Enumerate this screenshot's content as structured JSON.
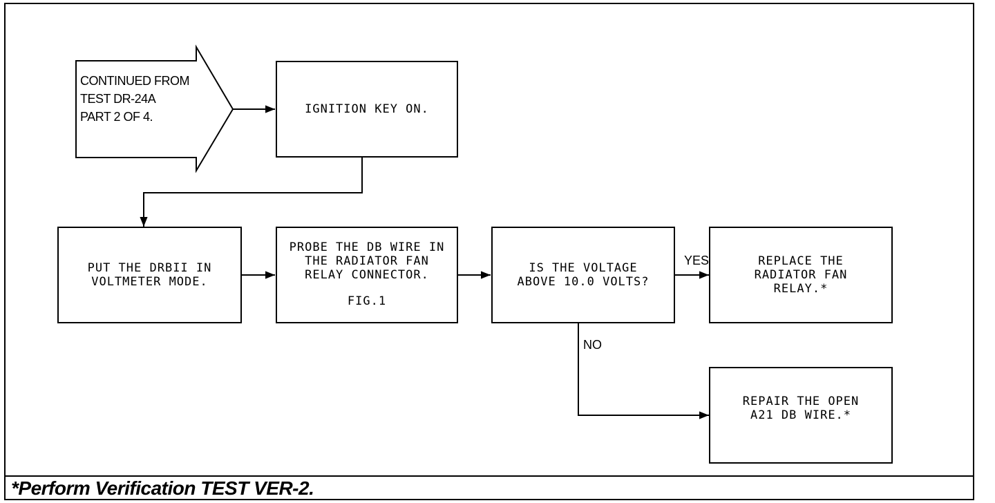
{
  "start": {
    "text": "CONTINUED FROM\nTEST DR-24A\nPART 2 OF 4."
  },
  "boxes": {
    "ignition": "IGNITION KEY ON.",
    "drbii": "PUT THE DRBII IN\nVOLTMETER MODE.",
    "probe": "PROBE THE DB WIRE IN\nTHE RADIATOR FAN\nRELAY CONNECTOR.",
    "probe_fig": "FIG.1",
    "voltage": "IS THE VOLTAGE\nABOVE 10.0 VOLTS?",
    "replace": "REPLACE THE\nRADIATOR FAN\nRELAY.*",
    "repair": "REPAIR THE OPEN\nA21 DB WIRE.*"
  },
  "labels": {
    "yes": "YES",
    "no": "NO"
  },
  "footer": {
    "text": "*Perform Verification TEST VER-2."
  }
}
